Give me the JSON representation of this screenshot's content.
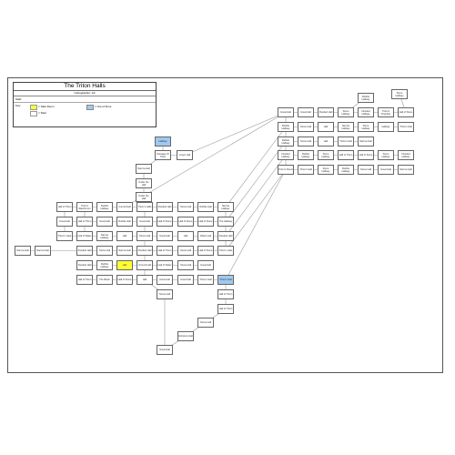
{
  "header": {
    "title": "The Triton Halls",
    "subtitle": "Cartographer: ink",
    "start_label": "Start:",
    "key_label": "Key:",
    "key": [
      {
        "label": "= Safe Room",
        "color": "#ffff33"
      },
      {
        "label": "= Out of Zone",
        "color": "#9fc9ef"
      },
      {
        "label": "= Start",
        "color": "#ffffff"
      }
    ]
  },
  "colors": {
    "safe": "#ffff33",
    "out_of_zone": "#9fc9ef",
    "line": "#9a9a9a"
  },
  "nodes": [
    {
      "id": "n1",
      "label": "Hallway"
    },
    {
      "id": "n2",
      "label": "Passage Of Triton"
    },
    {
      "id": "n3",
      "label": "Lower Hall"
    },
    {
      "id": "n4",
      "label": "Narrow Hall"
    },
    {
      "id": "n5",
      "label": "Under the Hall"
    },
    {
      "id": "n6",
      "label": "Under the Hall"
    },
    {
      "id": "n7",
      "label": "Hall of Triton"
    },
    {
      "id": "n8",
      "label": "Triton's Watchroom"
    },
    {
      "id": "n9",
      "label": "Rubble Hallway"
    },
    {
      "id": "n10",
      "label": "Curved Hall"
    },
    {
      "id": "n11",
      "label": "Triton's Halls"
    },
    {
      "id": "n12",
      "label": "Flooded Hall"
    },
    {
      "id": "n13",
      "label": "Stone Hall"
    },
    {
      "id": "n14",
      "label": "Rubble Hall"
    },
    {
      "id": "n15",
      "label": "Narrow Hallway"
    },
    {
      "id": "n16",
      "label": "Great Hall"
    },
    {
      "id": "n17",
      "label": "Hall of Triton"
    },
    {
      "id": "n18",
      "label": "Great Hall"
    },
    {
      "id": "n19",
      "label": "Rubble Hall"
    },
    {
      "id": "n20",
      "label": "Great Hall"
    },
    {
      "id": "n21",
      "label": "Hall of Stone"
    },
    {
      "id": "n22",
      "label": "Hall of Stone"
    },
    {
      "id": "n23",
      "label": "Hall of Stone"
    },
    {
      "id": "n24",
      "label": "The Hallway"
    },
    {
      "id": "n25",
      "label": "Triton's Gate"
    },
    {
      "id": "n26",
      "label": "Hall of Water"
    },
    {
      "id": "n27",
      "label": "Narrow Hallway"
    },
    {
      "id": "n28",
      "label": "Hall"
    },
    {
      "id": "n29",
      "label": "Stone Hall"
    },
    {
      "id": "n30",
      "label": "Great Hall"
    },
    {
      "id": "n31",
      "label": "Hall"
    },
    {
      "id": "n32",
      "label": "Water Hall"
    },
    {
      "id": "n33",
      "label": "Flooded Hall"
    },
    {
      "id": "n34",
      "label": "Narrow Hall"
    },
    {
      "id": "n35",
      "label": "Narrow Hall"
    },
    {
      "id": "n36",
      "label": "Flooded Hall"
    },
    {
      "id": "n37",
      "label": "Stone Hall"
    },
    {
      "id": "n38",
      "label": "Narrow Hall"
    },
    {
      "id": "n39",
      "label": "Flooded Hall"
    },
    {
      "id": "n40",
      "label": "Hall of Triton"
    },
    {
      "id": "n41",
      "label": "Stone Hall"
    },
    {
      "id": "n42",
      "label": "Hall of Stone"
    },
    {
      "id": "n43",
      "label": "Triton's Gate"
    },
    {
      "id": "n44",
      "label": "Flooded Hall"
    },
    {
      "id": "n45",
      "label": "Rubble Hallway"
    },
    {
      "id": "n46",
      "label": "Hall"
    },
    {
      "id": "n47",
      "label": "Ground Hall"
    },
    {
      "id": "n48",
      "label": "Hall of Water"
    },
    {
      "id": "n49",
      "label": "Stone Hall"
    },
    {
      "id": "n50",
      "label": "Great Hall"
    },
    {
      "id": "n51",
      "label": "Hall of Triton"
    },
    {
      "id": "n52",
      "label": "The Basin"
    },
    {
      "id": "n53",
      "label": "Hall of Stone"
    },
    {
      "id": "n54",
      "label": "Hall"
    },
    {
      "id": "n55",
      "label": "Great Hall"
    },
    {
      "id": "n56",
      "label": "Great Hall"
    },
    {
      "id": "n57",
      "label": "Triton's Hall"
    },
    {
      "id": "n58",
      "label": "Triton's Hall"
    },
    {
      "id": "n59",
      "label": "Stone Hall"
    },
    {
      "id": "n60",
      "label": "Hall of Triton"
    },
    {
      "id": "n61",
      "label": "Hall of Triton"
    },
    {
      "id": "n62",
      "label": "Stone Hall"
    },
    {
      "id": "n63",
      "label": "Entrance Hall"
    },
    {
      "id": "n64",
      "label": "Great Hall"
    },
    {
      "id": "n65",
      "label": "Great Hall"
    },
    {
      "id": "n66",
      "label": "Great Hall"
    },
    {
      "id": "n67",
      "label": "Flooded Hall"
    },
    {
      "id": "n68",
      "label": "Stone Hallway"
    },
    {
      "id": "n69",
      "label": "Flooded Hallway"
    },
    {
      "id": "n70",
      "label": "Triton's Chamber"
    },
    {
      "id": "n71",
      "label": "Hall of Stone"
    },
    {
      "id": "n72",
      "label": "Rubble Hallway"
    },
    {
      "id": "n73",
      "label": "Stone Hall"
    },
    {
      "id": "n74",
      "label": "Flooded Hallway"
    },
    {
      "id": "n75",
      "label": "Narrow Hallway"
    },
    {
      "id": "n76",
      "label": "Stone Hallway"
    },
    {
      "id": "n77",
      "label": "Hallway"
    },
    {
      "id": "n78",
      "label": "Triton's Hall"
    },
    {
      "id": "n79",
      "label": "Rubble Hallway"
    },
    {
      "id": "n80",
      "label": "Stone Hall"
    },
    {
      "id": "n81",
      "label": "Hall"
    },
    {
      "id": "n82",
      "label": "Triton's Hall"
    },
    {
      "id": "n83",
      "label": "Narrow Hall"
    },
    {
      "id": "n84",
      "label": "Flooded Hallway"
    },
    {
      "id": "n85",
      "label": "Rubble Hallway"
    },
    {
      "id": "n86",
      "label": "Stone Hallway"
    },
    {
      "id": "n87",
      "label": "Hall of Triton"
    },
    {
      "id": "n88",
      "label": "Hall of Stone"
    },
    {
      "id": "n89",
      "label": "Stone Hallway"
    },
    {
      "id": "n90",
      "label": "Flooded Hallway"
    },
    {
      "id": "n91",
      "label": "Triton's Room"
    },
    {
      "id": "n92",
      "label": "Triton's Hall"
    },
    {
      "id": "n93",
      "label": "Stone Hallway"
    },
    {
      "id": "n94",
      "label": "Rubble Hallway"
    },
    {
      "id": "n95",
      "label": "Stone Hall"
    },
    {
      "id": "n96",
      "label": "Great Hall"
    },
    {
      "id": "n97",
      "label": "Narrow Hall"
    },
    {
      "id": "n98",
      "label": "Rubble Hallway"
    },
    {
      "id": "n99",
      "label": "Stone Hallway"
    },
    {
      "id": "n100",
      "label": "Hall"
    }
  ]
}
